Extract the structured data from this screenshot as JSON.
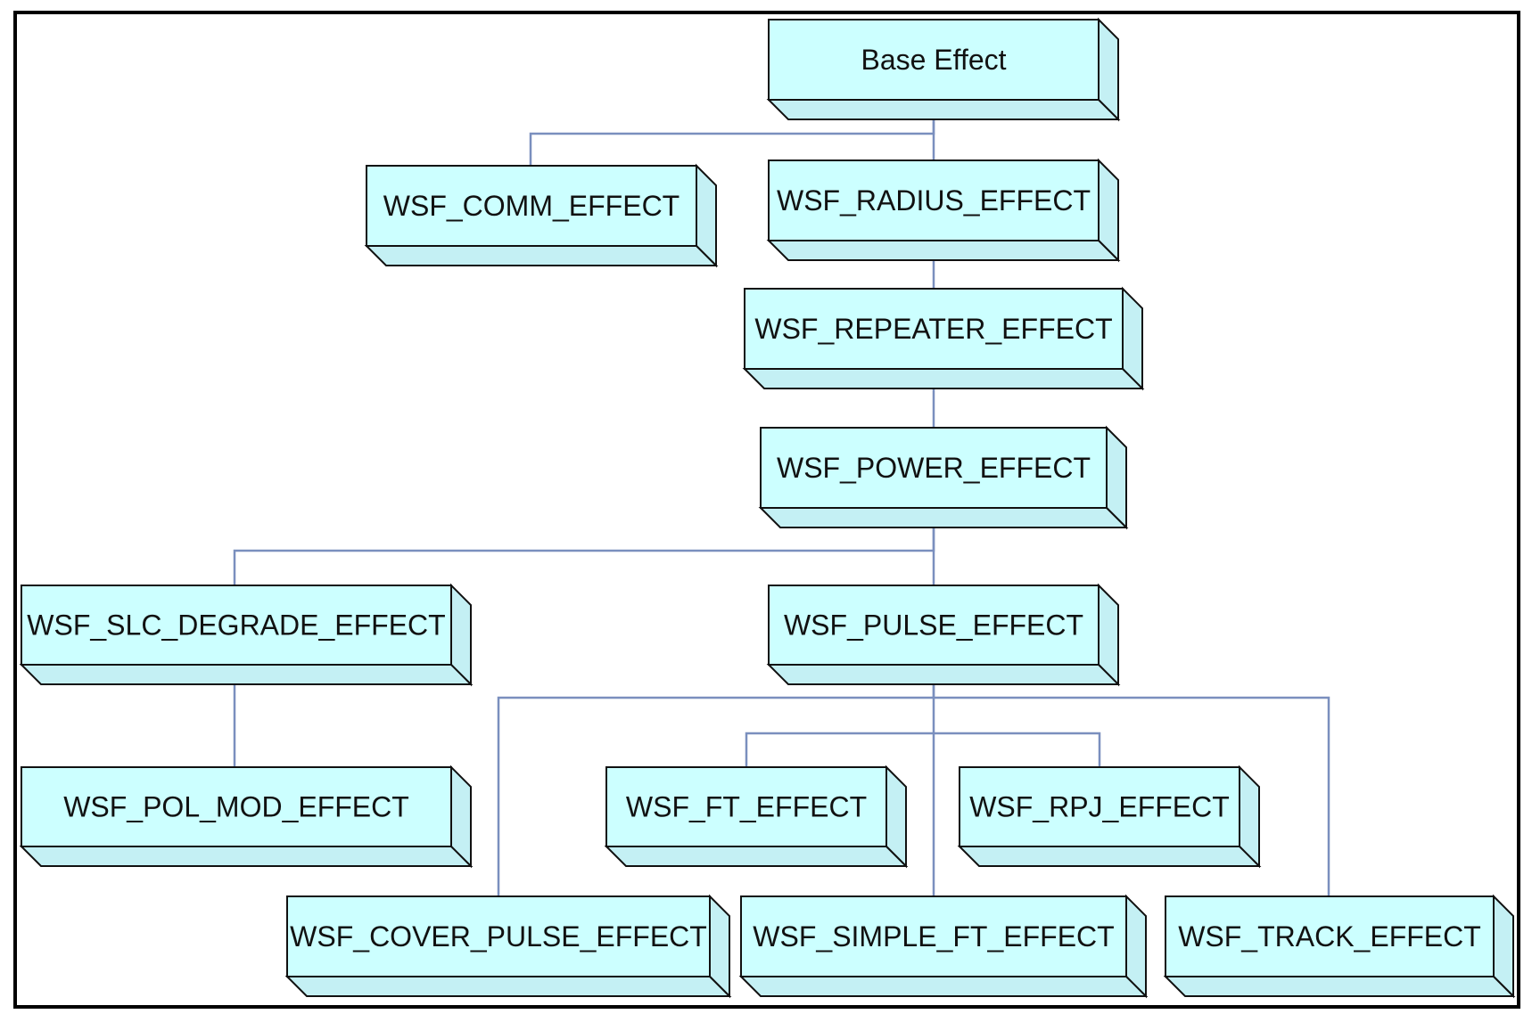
{
  "title": "",
  "colors": {
    "box_fill": "#ccffff",
    "box_side": "#c4f0f4",
    "box_stroke": "#111111",
    "connector": "#7a8fbe",
    "border": "#000000"
  },
  "nodes": {
    "base": "Base Effect",
    "comm": "WSF_COMM_EFFECT",
    "radius": "WSF_RADIUS_EFFECT",
    "repeater": "WSF_REPEATER_EFFECT",
    "power": "WSF_POWER_EFFECT",
    "slc": "WSF_SLC_DEGRADE_EFFECT",
    "pulse": "WSF_PULSE_EFFECT",
    "polmod": "WSF_POL_MOD_EFFECT",
    "ft": "WSF_FT_EFFECT",
    "rpj": "WSF_RPJ_EFFECT",
    "cover": "WSF_COVER_PULSE_EFFECT",
    "simpleft": "WSF_SIMPLE_FT_EFFECT",
    "track": "WSF_TRACK_EFFECT"
  },
  "edges": [
    [
      "base",
      "comm"
    ],
    [
      "base",
      "radius"
    ],
    [
      "radius",
      "repeater"
    ],
    [
      "repeater",
      "power"
    ],
    [
      "power",
      "slc"
    ],
    [
      "power",
      "pulse"
    ],
    [
      "slc",
      "polmod"
    ],
    [
      "pulse",
      "ft"
    ],
    [
      "pulse",
      "rpj"
    ],
    [
      "pulse",
      "cover"
    ],
    [
      "pulse",
      "simpleft"
    ],
    [
      "pulse",
      "track"
    ]
  ]
}
